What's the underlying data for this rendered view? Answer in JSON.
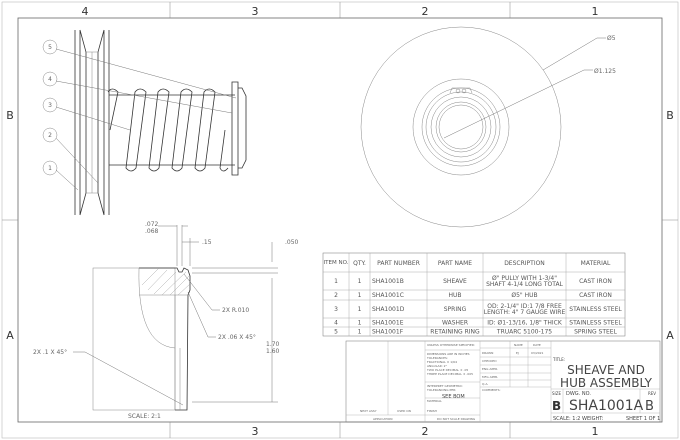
{
  "zones": {
    "columns": [
      "4",
      "3",
      "2",
      "1"
    ],
    "rows": [
      "B",
      "A"
    ]
  },
  "assembly_view": {
    "balloons": [
      "5",
      "4",
      "3",
      "2",
      "1"
    ]
  },
  "end_view": {
    "dims": [
      "Ø5",
      "Ø1.125"
    ]
  },
  "detail_view": {
    "dims": {
      "groove_upper": ".072",
      "groove_lower": ".068",
      "width": ".15",
      "offset": ".050",
      "radius": "2X R.010",
      "chamfer_small": "2X .06 X 45°",
      "chamfer_large": "2X .1 X 45°",
      "height_upper": "1.70",
      "height_lower": "1.60"
    },
    "scale": "SCALE: 2:1"
  },
  "bom": {
    "headers": [
      "ITEM NO.",
      "QTY.",
      "PART NUMBER",
      "PART NAME",
      "DESCRIPTION",
      "MATERIAL"
    ],
    "rows": [
      {
        "item": "1",
        "qty": "1",
        "part_number": "SHA1001B",
        "part_name": "SHEAVE",
        "description": [
          "Ø\" PULLY WITH 1-3/4\"",
          "SHAFT 4-1/4 LONG TOTAL"
        ],
        "material": "CAST IRON"
      },
      {
        "item": "2",
        "qty": "1",
        "part_number": "SHA1001C",
        "part_name": "HUB",
        "description": [
          "Ø5\" HUB"
        ],
        "material": "CAST IRON"
      },
      {
        "item": "3",
        "qty": "1",
        "part_number": "SHA1001D",
        "part_name": "SPRING",
        "description": [
          "OD: 2-1/4\" ID:1 7/8 FREE",
          "LENGTH: 4\" 7 GAUGE WIRE"
        ],
        "material": "STAINLESS STEEL"
      },
      {
        "item": "4",
        "qty": "1",
        "part_number": "SHA1001E",
        "part_name": "WASHER",
        "description": [
          "ID: Ø1-13/16, 1/8\" THICK"
        ],
        "material": "STAINLESS STEEL"
      },
      {
        "item": "5",
        "qty": "1",
        "part_number": "SHA1001F",
        "part_name": "RETAINING RING",
        "description": [
          "TRUARC 5100-175"
        ],
        "material": "SPRING STEEL"
      }
    ]
  },
  "title_block": {
    "unless": "UNLESS OTHERWISE SPECIFIED:",
    "tolerances": [
      "DIMENSIONS ARE IN INCHES",
      "TOLERANCES:",
      "FRACTIONAL ± 1/64",
      "ANGULAR: 2°",
      "TWO PLACE DECIMAL   ± .05",
      "THREE PLACE DECIMAL  ± .005"
    ],
    "geometric": [
      "INTERPRET GEOMETRIC",
      "TOLERANCING PER:"
    ],
    "material_label": "MATERIAL",
    "material_value": "SEE BOM",
    "finish_label": "FINISH",
    "next_assy": "NEXT ASSY",
    "used_on": "USED ON",
    "application": "APPLICATION",
    "do_not_scale": "DO NOT SCALE DRAWING",
    "name_header": "NAME",
    "date_header": "DATE",
    "roles": [
      "DRAWN",
      "CHECKED",
      "ENG APPR.",
      "MFG APPR.",
      "Q.A.",
      "COMMENTS:"
    ],
    "drawn_name": "EJ",
    "drawn_date": "03/2021",
    "title_label": "TITLE:",
    "title": [
      "SHEAVE AND",
      "HUB ASSEMBLY"
    ],
    "size_label": "SIZE",
    "size": "B",
    "dwg_label": "DWG.  NO.",
    "dwg_no": "SHA1001A",
    "rev_label": "REV",
    "rev": "B",
    "scale": "SCALE: 1:2",
    "weight": "WEIGHT:",
    "sheet": "SHEET 1 OF 1"
  }
}
